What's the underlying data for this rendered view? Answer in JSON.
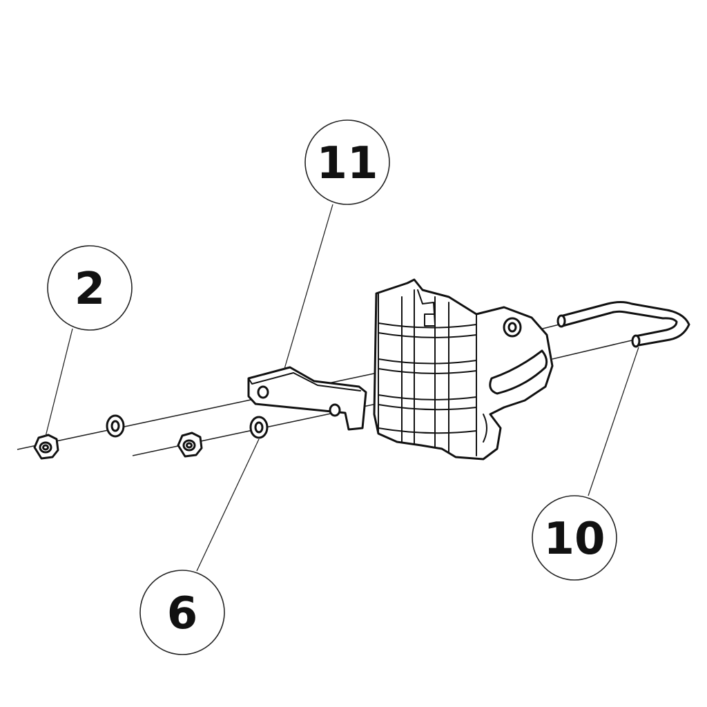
{
  "callouts": {
    "c2": "2",
    "c6": "6",
    "c10": "10",
    "c11": "11"
  },
  "colors": {
    "line": "#111111",
    "background": "#ffffff"
  }
}
